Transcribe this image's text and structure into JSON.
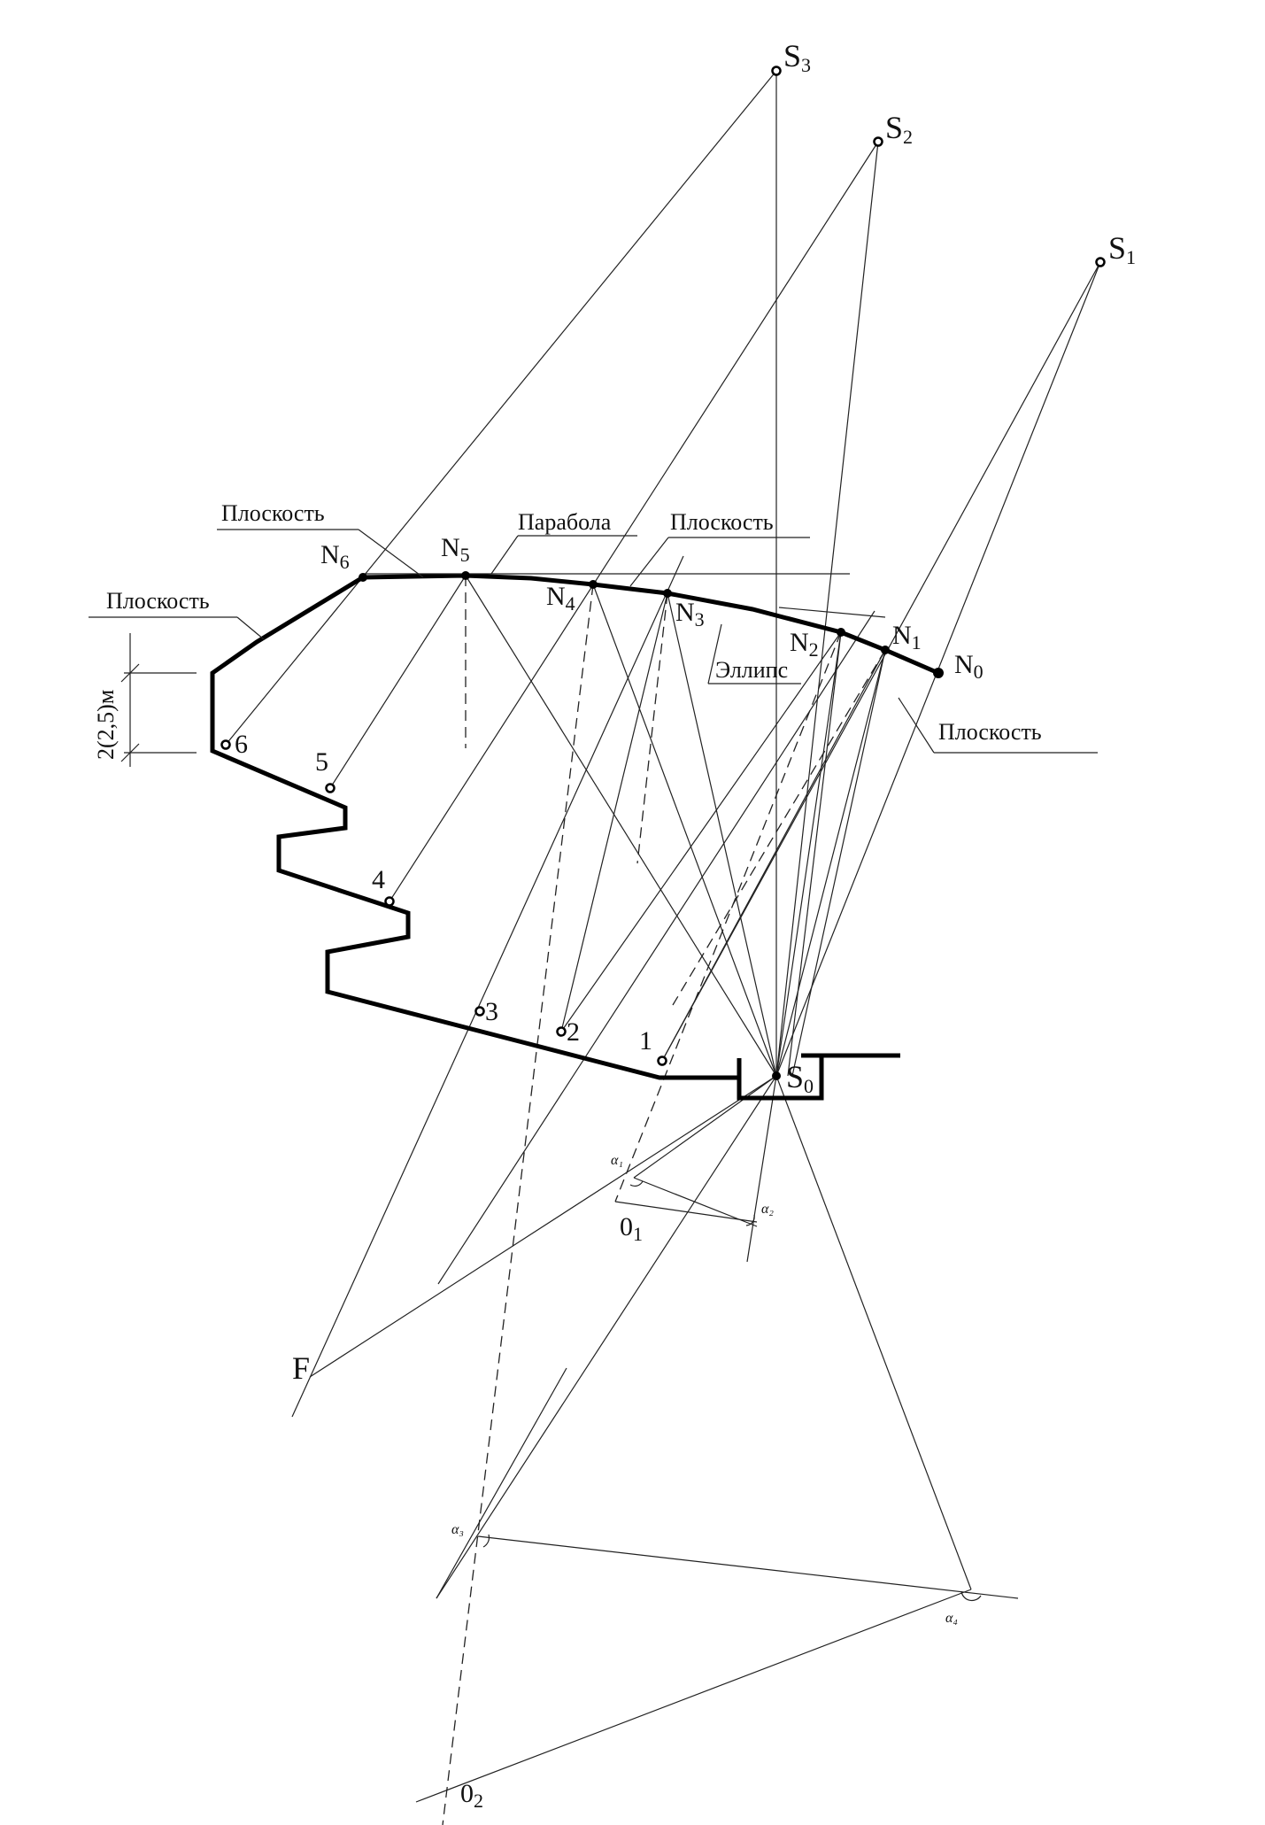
{
  "labels": {
    "S3": {
      "main": "S",
      "sub": "3"
    },
    "S2": {
      "main": "S",
      "sub": "2"
    },
    "S1": {
      "main": "S",
      "sub": "1"
    },
    "S0": {
      "main": "S",
      "sub": "0"
    },
    "N0": {
      "main": "N",
      "sub": "0"
    },
    "N1": {
      "main": "N",
      "sub": "1"
    },
    "N2": {
      "main": "N",
      "sub": "2"
    },
    "N3": {
      "main": "N",
      "sub": "3"
    },
    "N4": {
      "main": "N",
      "sub": "4"
    },
    "N5": {
      "main": "N",
      "sub": "5"
    },
    "N6": {
      "main": "N",
      "sub": "6"
    },
    "F": "F",
    "O1": {
      "main": "0",
      "sub": "1"
    },
    "O2": {
      "main": "0",
      "sub": "2"
    },
    "p1": "1",
    "p2": "2",
    "p3": "3",
    "p4": "4",
    "p5": "5",
    "p6": "6",
    "a1": "α₁",
    "a2": "α₂",
    "a3": "α₃",
    "a4": "α₄"
  },
  "annotations": {
    "plane_top_left": "Плоскость",
    "plane_left": "Плоскость",
    "parabola": "Парабола",
    "plane_top_right": "Плоскость",
    "ellipse": "Эллипс",
    "plane_right": "Плоскость",
    "dimension": "2(2,5)м"
  }
}
